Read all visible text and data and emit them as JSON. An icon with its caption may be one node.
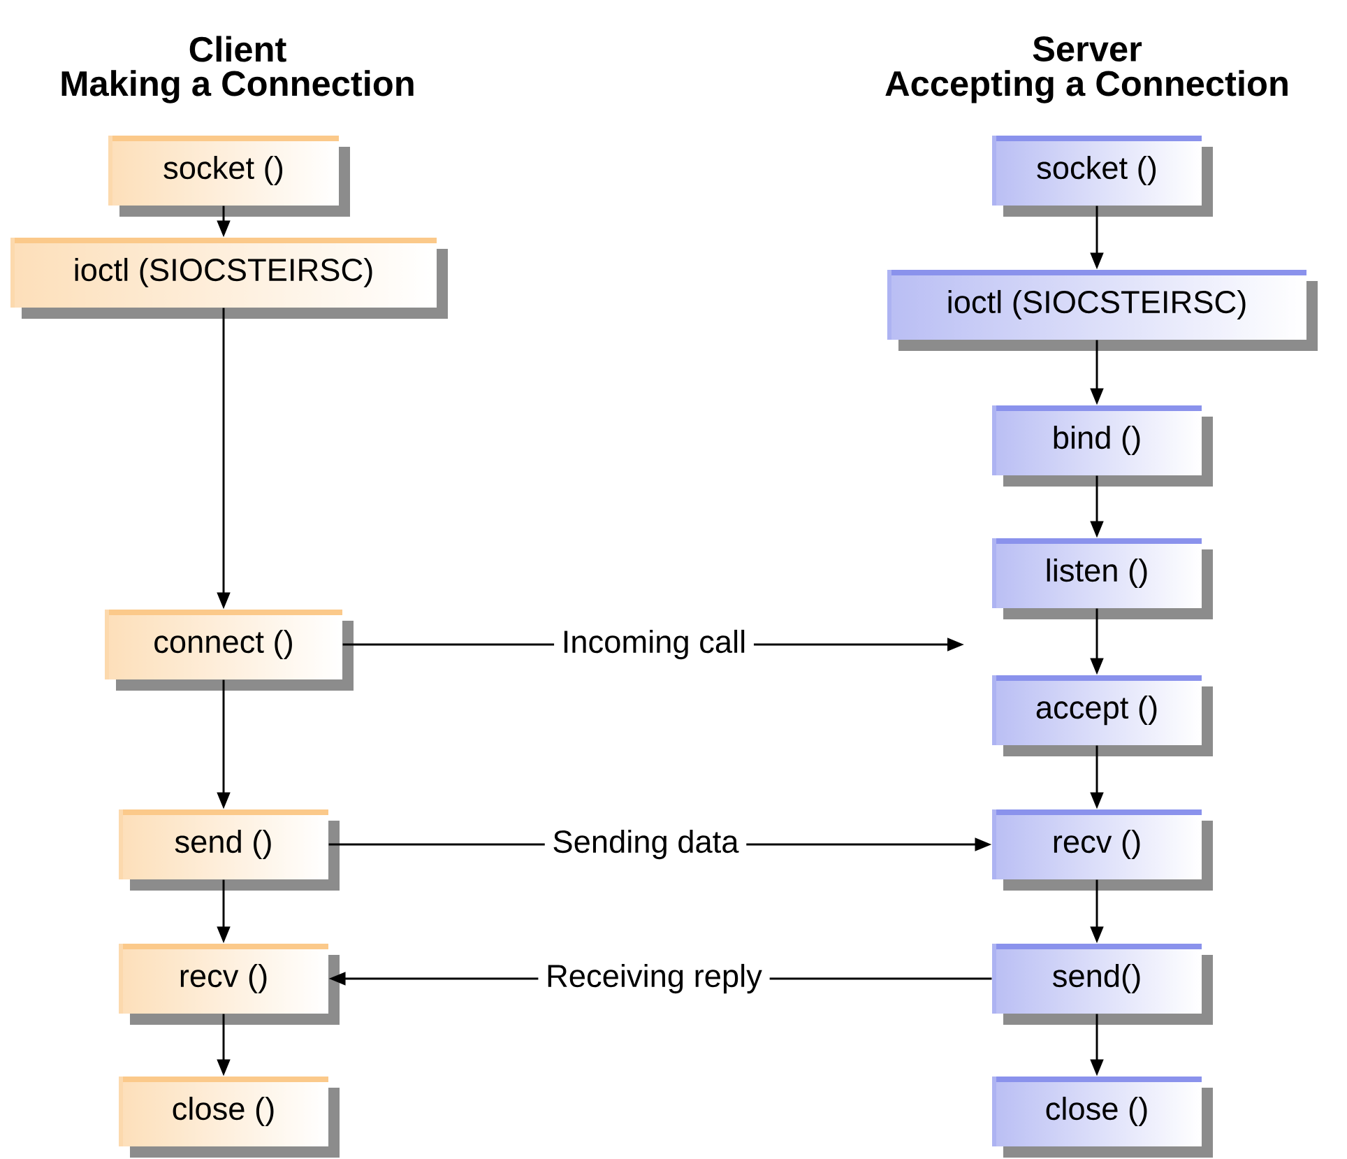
{
  "diagram": {
    "nodes": [
      {
        "text": [
          "socket ()"
        ]
      },
      {
        "text": [
          "ioctl (SIOCSTEIRSC)"
        ]
      },
      {
        "text": [
          "connect ()"
        ]
      },
      {
        "text": [
          "send ()"
        ]
      },
      {
        "text": [
          "recv ()"
        ]
      },
      {
        "text": [
          "close ()"
        ]
      },
      {
        "text": [
          "socket ()"
        ]
      },
      {
        "text": [
          "ioctl (SIOCSTEIRSC)"
        ]
      },
      {
        "text": [
          "bind ()"
        ]
      },
      {
        "text": [
          "listen ()"
        ]
      },
      {
        "text": [
          "accept ()"
        ]
      },
      {
        "text": [
          "recv ()"
        ]
      },
      {
        "text": [
          "send()"
        ]
      },
      {
        "text": [
          "close ()"
        ]
      }
    ],
    "edges": [
      {
        "from": 0,
        "to": 1,
        "arrow": "to"
      },
      {
        "from": 1,
        "to": 2,
        "arrow": "to"
      },
      {
        "from": 2,
        "to": 3,
        "arrow": "to"
      },
      {
        "from": 3,
        "to": 4,
        "arrow": "to"
      },
      {
        "from": 4,
        "to": 5,
        "arrow": "to"
      },
      {
        "from": 6,
        "to": 7,
        "arrow": "to"
      },
      {
        "from": 7,
        "to": 8,
        "arrow": "to"
      },
      {
        "from": 8,
        "to": 9,
        "arrow": "to"
      },
      {
        "from": 9,
        "to": 10,
        "arrow": "to"
      },
      {
        "from": 10,
        "to": 11,
        "arrow": "to"
      },
      {
        "from": 11,
        "to": 12,
        "arrow": "to"
      },
      {
        "from": 12,
        "to": 13,
        "arrow": "to"
      },
      {
        "from": 2,
        "to": null,
        "arrow": "to",
        "label": "Incoming call"
      },
      {
        "from": 3,
        "to": 11,
        "arrow": "to",
        "label": "Sending data"
      },
      {
        "from": 12,
        "to": 4,
        "arrow": "to",
        "label": "Receiving reply"
      }
    ],
    "labels": [
      "Client",
      "Making a Connection",
      "Server",
      "Accepting a Connection"
    ]
  }
}
